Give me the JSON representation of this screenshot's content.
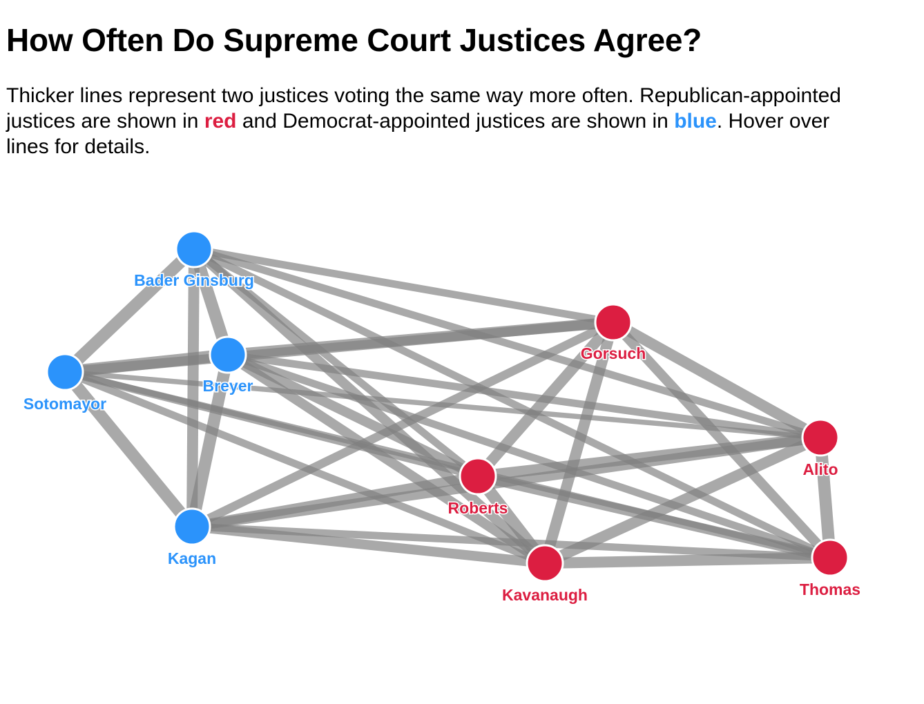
{
  "title": "How Often Do Supreme Court Justices Agree?",
  "intro": {
    "part1": "Thicker lines represent two justices voting the same way more often. Republican-appointed justices are shown in ",
    "red_word": "red",
    "part2": " and Democrat-appointed justices are shown in ",
    "blue_word": "blue",
    "part3": ". Hover over lines for details."
  },
  "colors": {
    "republican": "#dc1e41",
    "democrat": "#2b93fb",
    "edge": "#808080"
  },
  "justices": [
    {
      "id": "ginsburg",
      "label": "Bader Ginsburg",
      "party": "democrat"
    },
    {
      "id": "breyer",
      "label": "Breyer",
      "party": "democrat"
    },
    {
      "id": "sotomayor",
      "label": "Sotomayor",
      "party": "democrat"
    },
    {
      "id": "kagan",
      "label": "Kagan",
      "party": "democrat"
    },
    {
      "id": "gorsuch",
      "label": "Gorsuch",
      "party": "republican"
    },
    {
      "id": "roberts",
      "label": "Roberts",
      "party": "republican"
    },
    {
      "id": "kavanaugh",
      "label": "Kavanaugh",
      "party": "republican"
    },
    {
      "id": "alito",
      "label": "Alito",
      "party": "republican"
    },
    {
      "id": "thomas",
      "label": "Thomas",
      "party": "republican"
    }
  ],
  "agreement_links": [
    {
      "source": "ginsburg",
      "target": "breyer",
      "strength": 0.8
    },
    {
      "source": "ginsburg",
      "target": "sotomayor",
      "strength": 0.8
    },
    {
      "source": "ginsburg",
      "target": "kagan",
      "strength": 0.7
    },
    {
      "source": "breyer",
      "target": "sotomayor",
      "strength": 0.8
    },
    {
      "source": "breyer",
      "target": "kagan",
      "strength": 0.8
    },
    {
      "source": "sotomayor",
      "target": "kagan",
      "strength": 0.8
    },
    {
      "source": "ginsburg",
      "target": "gorsuch",
      "strength": 0.4
    },
    {
      "source": "ginsburg",
      "target": "alito",
      "strength": 0.4
    },
    {
      "source": "ginsburg",
      "target": "roberts",
      "strength": 0.4
    },
    {
      "source": "ginsburg",
      "target": "kavanaugh",
      "strength": 0.6
    },
    {
      "source": "ginsburg",
      "target": "thomas",
      "strength": 0.4
    },
    {
      "source": "breyer",
      "target": "gorsuch",
      "strength": 0.7
    },
    {
      "source": "breyer",
      "target": "alito",
      "strength": 0.4
    },
    {
      "source": "breyer",
      "target": "roberts",
      "strength": 0.6
    },
    {
      "source": "breyer",
      "target": "kavanaugh",
      "strength": 0.6
    },
    {
      "source": "breyer",
      "target": "thomas",
      "strength": 0.4
    },
    {
      "source": "sotomayor",
      "target": "gorsuch",
      "strength": 0.6
    },
    {
      "source": "sotomayor",
      "target": "alito",
      "strength": 0.2
    },
    {
      "source": "sotomayor",
      "target": "roberts",
      "strength": 0.4
    },
    {
      "source": "sotomayor",
      "target": "kavanaugh",
      "strength": 0.4
    },
    {
      "source": "sotomayor",
      "target": "thomas",
      "strength": 0.3
    },
    {
      "source": "kagan",
      "target": "gorsuch",
      "strength": 0.5
    },
    {
      "source": "kagan",
      "target": "alito",
      "strength": 0.6
    },
    {
      "source": "kagan",
      "target": "roberts",
      "strength": 0.6
    },
    {
      "source": "kagan",
      "target": "kavanaugh",
      "strength": 0.6
    },
    {
      "source": "kagan",
      "target": "thomas",
      "strength": 0.4
    },
    {
      "source": "gorsuch",
      "target": "alito",
      "strength": 0.7
    },
    {
      "source": "gorsuch",
      "target": "roberts",
      "strength": 0.7
    },
    {
      "source": "gorsuch",
      "target": "kavanaugh",
      "strength": 0.7
    },
    {
      "source": "gorsuch",
      "target": "thomas",
      "strength": 0.6
    },
    {
      "source": "roberts",
      "target": "alito",
      "strength": 0.7
    },
    {
      "source": "roberts",
      "target": "kavanaugh",
      "strength": 0.8
    },
    {
      "source": "roberts",
      "target": "thomas",
      "strength": 0.6
    },
    {
      "source": "kavanaugh",
      "target": "alito",
      "strength": 0.7
    },
    {
      "source": "kavanaugh",
      "target": "thomas",
      "strength": 0.7
    },
    {
      "source": "alito",
      "target": "thomas",
      "strength": 0.8
    }
  ]
}
